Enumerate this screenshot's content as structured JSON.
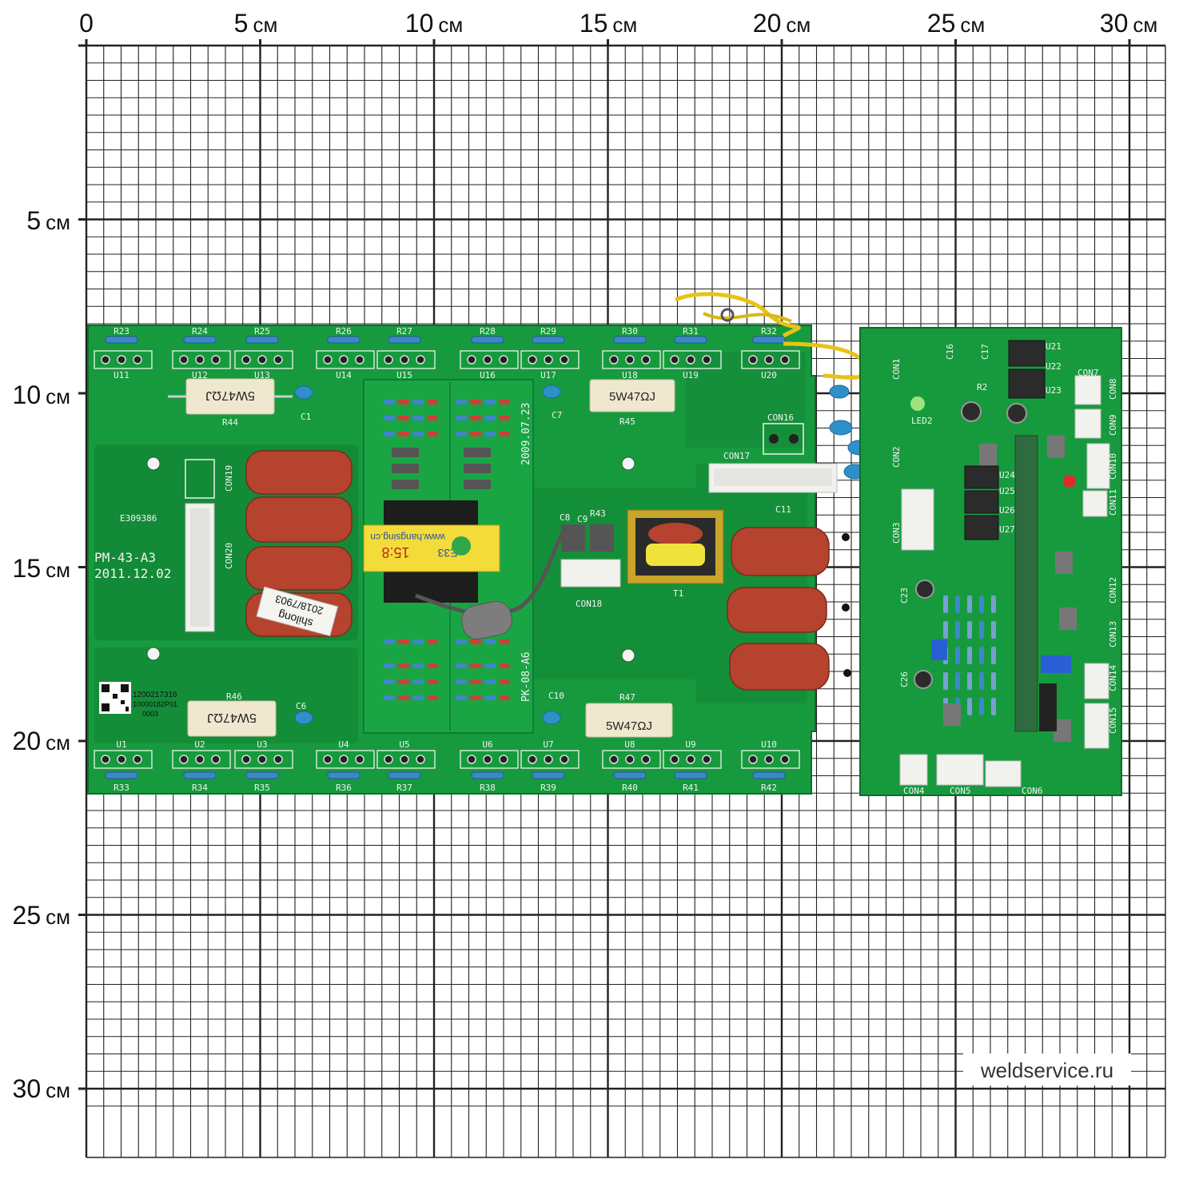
{
  "ruler": {
    "unit": "см",
    "top": [
      "0",
      "5",
      "10",
      "15",
      "20",
      "25",
      "30"
    ],
    "left": [
      "5",
      "10",
      "15",
      "20",
      "25",
      "30"
    ]
  },
  "board": {
    "model": "PM-43-A3",
    "date": "2011.12.02",
    "resistor_marking": "5W47ΩJ",
    "ul_code": "E309386",
    "sticker": {
      "line1": "shilong",
      "line2": "2018/7903"
    },
    "qr_text": [
      "1200217316",
      "10000182P01",
      "0003"
    ],
    "daughter_top_date": "2009.07.23",
    "daughter_bottom_model": "PK-08-A6",
    "transformer": {
      "core": "E33",
      "ratio": "15:8",
      "url": "www.hangsing.cn"
    },
    "labels": {
      "r_top": [
        "R23",
        "R24",
        "R25",
        "R26",
        "R27",
        "R28",
        "R29",
        "R30",
        "R31",
        "R32"
      ],
      "u_top": [
        "U11",
        "U12",
        "U13",
        "U14",
        "U15",
        "U16",
        "U17",
        "U18",
        "U19",
        "U20"
      ],
      "u_bottom": [
        "U1",
        "U2",
        "U3",
        "U4",
        "U5",
        "U6",
        "U7",
        "U8",
        "U9",
        "U10"
      ],
      "r_bottom": [
        "R33",
        "R34",
        "R35",
        "R36",
        "R37",
        "R38",
        "R39",
        "R40",
        "R41",
        "R42"
      ],
      "misc": [
        "R44",
        "C1",
        "C7",
        "R45",
        "CON16",
        "CON17",
        "CON19",
        "CON20",
        "C8",
        "C9",
        "R43",
        "CON18",
        "T1",
        "C11",
        "R46",
        "C6",
        "C10",
        "R47"
      ],
      "control": [
        "CON1",
        "CON2",
        "CON3",
        "CON4",
        "CON5",
        "CON6",
        "CON7",
        "CON8",
        "CON9",
        "CON10",
        "CON11",
        "CON12",
        "CON13",
        "CON14",
        "CON15",
        "LED2",
        "U21",
        "U22",
        "U23",
        "U24",
        "U25",
        "U26",
        "U27",
        "C16",
        "C17",
        "C23",
        "C26",
        "R2"
      ]
    }
  },
  "watermark": "weldservice.ru",
  "colors": {
    "pcb": "#179a3e",
    "pcb_dark": "#0f7a30",
    "film_cap": "#b5432e",
    "daughter": "#1aa545",
    "wire": "#e8c317",
    "ferrite": "#3a7bd5"
  }
}
